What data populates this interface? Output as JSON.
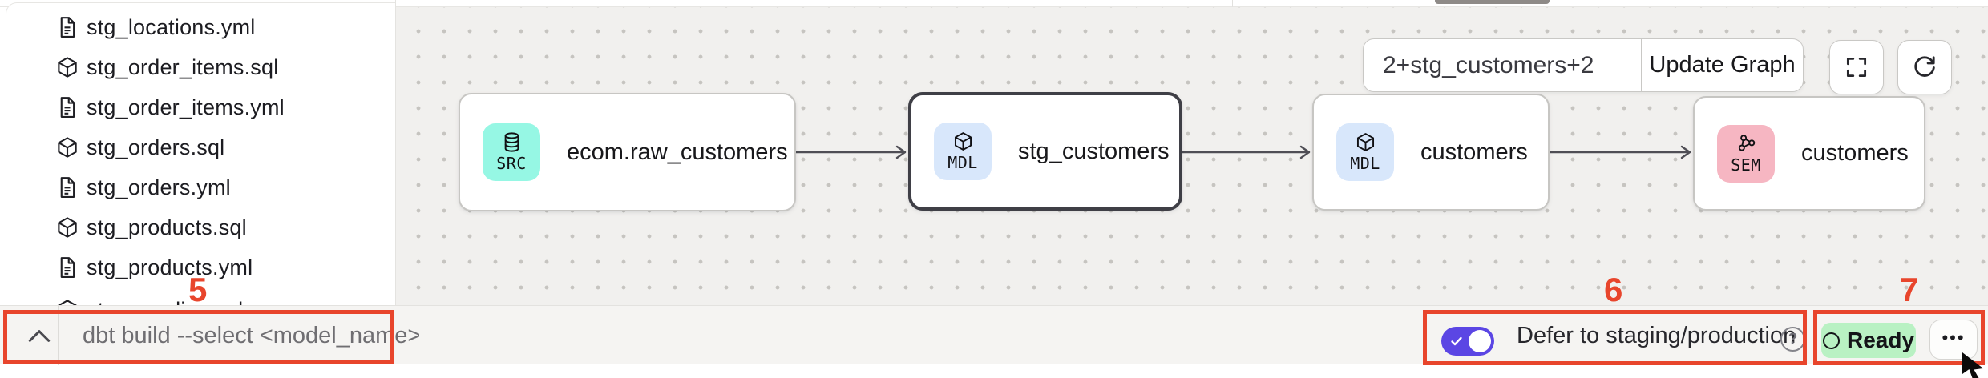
{
  "colors": {
    "annotation_red": "#e8452c",
    "toggle_on_purple": "#5b46e4",
    "status_ready_green": "#b9f1c3",
    "source_badge_teal": "#96f7e4",
    "model_badge_blue": "#d8e7fb",
    "semantic_badge_pink": "#f6b6c2",
    "canvas_background": "#f1f0ee",
    "node_border": "#c7c6c3",
    "node_border_selected": "#3f3f46"
  },
  "sidebar": {
    "files": [
      {
        "name": "stg_locations.yml",
        "type": "yml"
      },
      {
        "name": "stg_order_items.sql",
        "type": "sql"
      },
      {
        "name": "stg_order_items.yml",
        "type": "yml"
      },
      {
        "name": "stg_orders.sql",
        "type": "sql"
      },
      {
        "name": "stg_orders.yml",
        "type": "yml"
      },
      {
        "name": "stg_products.sql",
        "type": "sql"
      },
      {
        "name": "stg_products.yml",
        "type": "yml"
      },
      {
        "name": "stg_supplies.sql",
        "type": "sql",
        "clipped": true
      }
    ]
  },
  "lineage": {
    "selector_input": {
      "value": "2+stg_customers+2"
    },
    "update_graph_button": "Update Graph",
    "nodes": [
      {
        "badge": "SRC",
        "label": "ecom.raw_customers",
        "kind": "source",
        "selected": false
      },
      {
        "badge": "MDL",
        "label": "stg_customers",
        "kind": "model",
        "selected": true
      },
      {
        "badge": "MDL",
        "label": "customers",
        "kind": "model",
        "selected": false
      },
      {
        "badge": "SEM",
        "label": "customers",
        "kind": "semantic_model",
        "selected": false
      }
    ],
    "edges": [
      {
        "from": "ecom.raw_customers",
        "to": "stg_customers"
      },
      {
        "from": "stg_customers",
        "to": "customers"
      },
      {
        "from": "customers",
        "to": "customers"
      }
    ]
  },
  "bottom_bar": {
    "command_input_placeholder": "dbt build --select <model_name>",
    "defer_toggle": {
      "label": "Defer to staging/production",
      "state": "on",
      "help_glyph": "?"
    },
    "status_badge": "Ready",
    "menu_button": "•••"
  },
  "annotations": [
    {
      "number": "5"
    },
    {
      "number": "6"
    },
    {
      "number": "7"
    }
  ]
}
